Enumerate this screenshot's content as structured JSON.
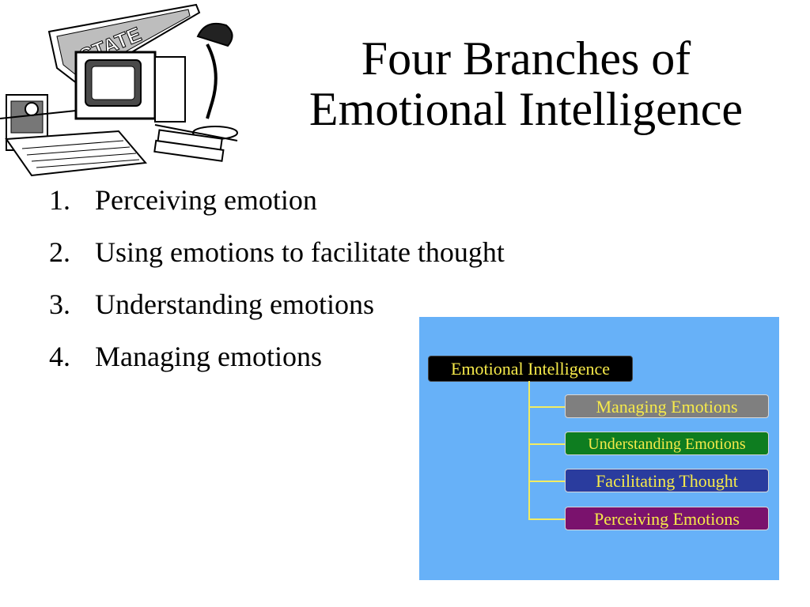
{
  "title": {
    "line1": "Four Branches of",
    "line2": "Emotional Intelligence"
  },
  "list": [
    {
      "num": "1.",
      "text": "Perceiving emotion"
    },
    {
      "num": "2.",
      "text": "Using emotions to facilitate thought"
    },
    {
      "num": "3.",
      "text": "Understanding emotions"
    },
    {
      "num": "4.",
      "text": "Managing emotions"
    }
  ],
  "diagram": {
    "root": "Emotional Intelligence",
    "branches": [
      {
        "label": "Managing Emotions",
        "color": "#7f7f7f"
      },
      {
        "label": "Understanding Emotions",
        "color": "#0e7d20"
      },
      {
        "label": "Facilitating Thought",
        "color": "#2a3c9e"
      },
      {
        "label": "Perceiving Emotions",
        "color": "#7a126d"
      }
    ]
  },
  "clipart": {
    "pennant_text": "STATE",
    "icon": "computer-desk-clipart"
  }
}
